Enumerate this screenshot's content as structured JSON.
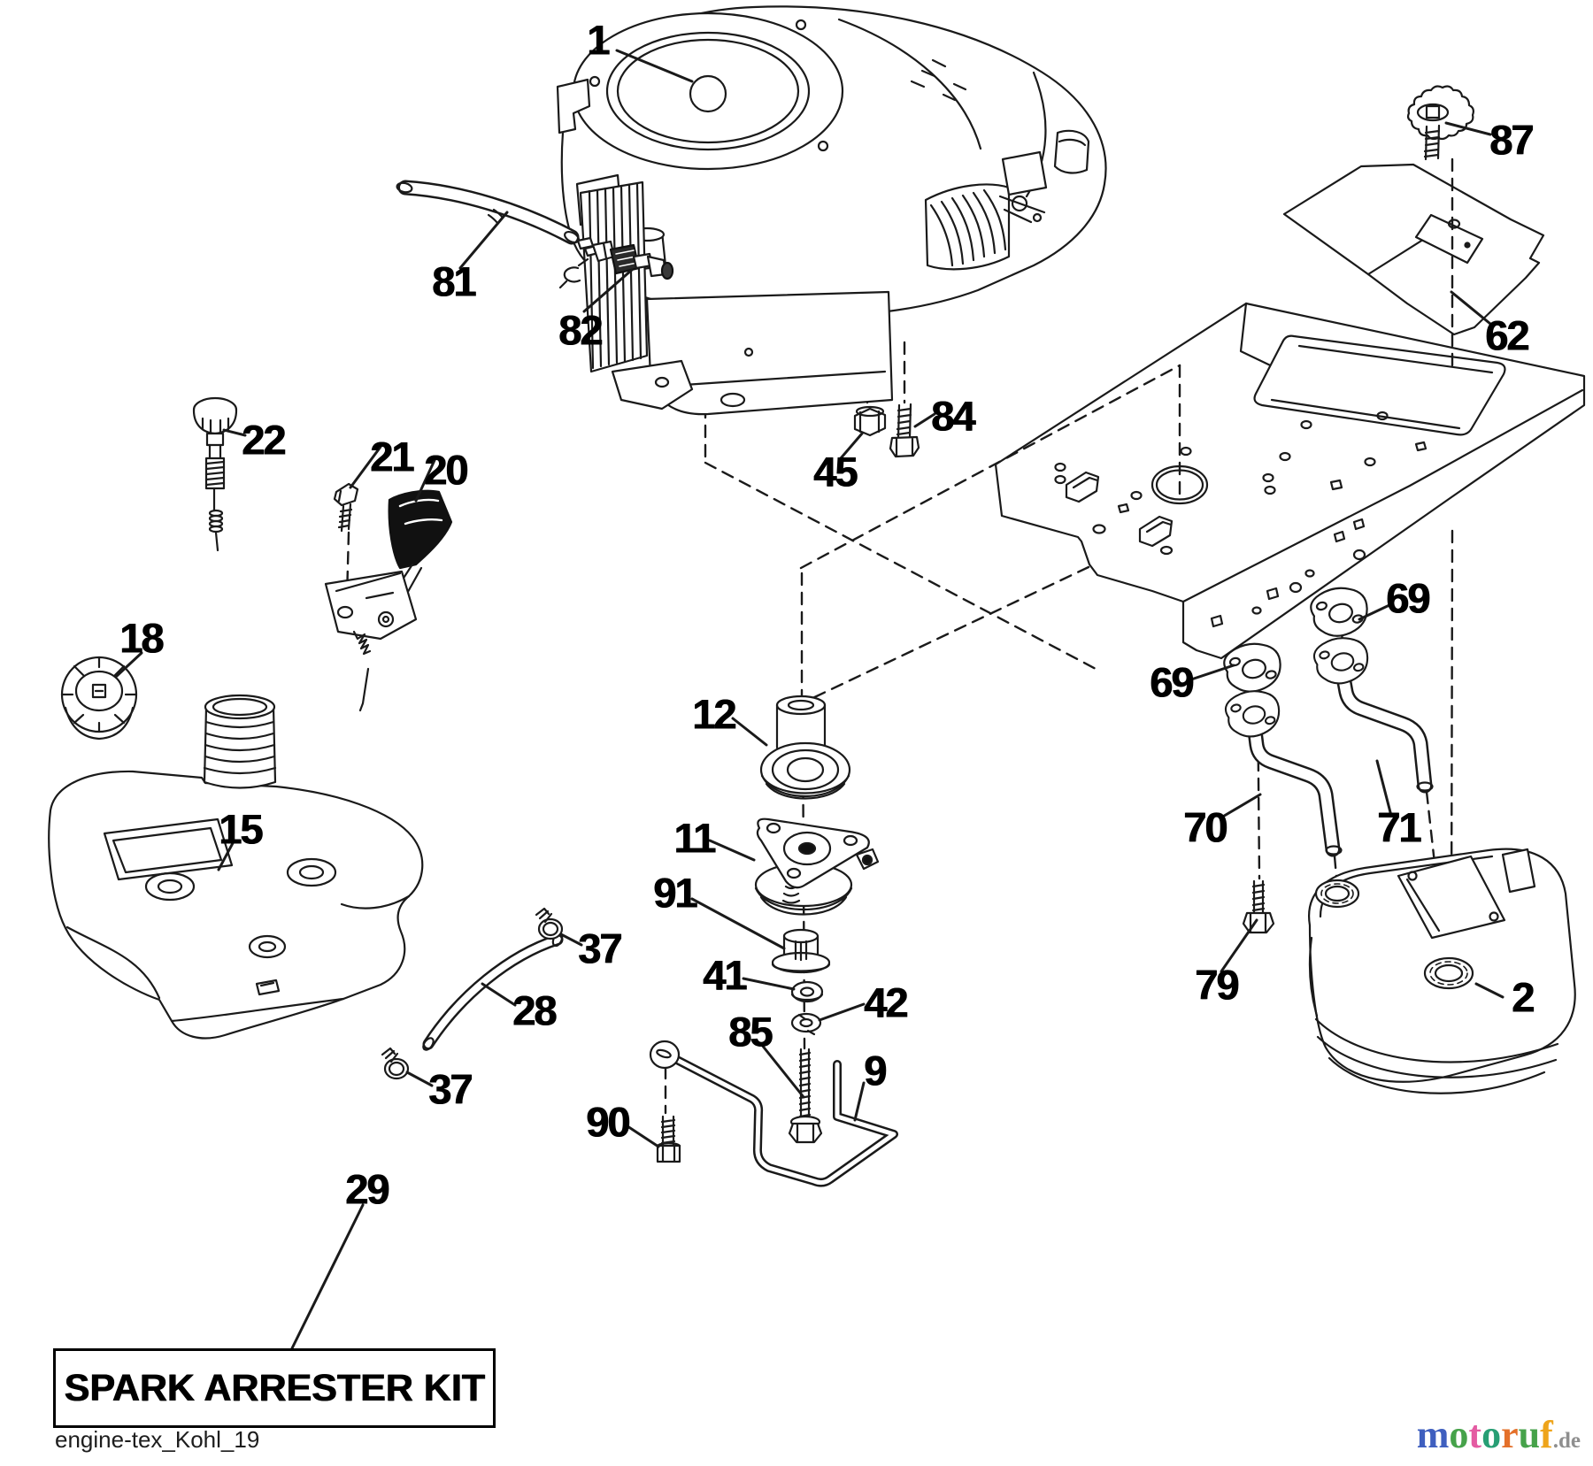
{
  "palette": {
    "line": "#1a1a1a",
    "paper": "#ffffff"
  },
  "note_box": {
    "label": "SPARK ARRESTER KIT"
  },
  "footer": {
    "code": "engine-tex_Kohl_19"
  },
  "watermark": {
    "word": [
      {
        "ch": "m",
        "color": "#3f5fbf"
      },
      {
        "ch": "o",
        "color": "#46a24a"
      },
      {
        "ch": "t",
        "color": "#e45ba2"
      },
      {
        "ch": "o",
        "color": "#279e74"
      },
      {
        "ch": "r",
        "color": "#e4702a"
      },
      {
        "ch": "u",
        "color": "#46a24a"
      },
      {
        "ch": "f",
        "color": "#eea41a"
      }
    ],
    "suffix": {
      "text": ".de",
      "color": "#8f8f8f"
    }
  },
  "callouts": [
    {
      "id": "engine",
      "label": "1"
    },
    {
      "id": "fuel-hose",
      "label": "81"
    },
    {
      "id": "fuel-valve",
      "label": "82"
    },
    {
      "id": "choke-cable",
      "label": "22"
    },
    {
      "id": "throttle-bolt",
      "label": "21"
    },
    {
      "id": "throttle-control",
      "label": "20"
    },
    {
      "id": "fuel-cap",
      "label": "18"
    },
    {
      "id": "fuel-tank",
      "label": "15"
    },
    {
      "id": "shield-screw",
      "label": "87"
    },
    {
      "id": "heat-shield",
      "label": "62"
    },
    {
      "id": "engine-nut",
      "label": "45"
    },
    {
      "id": "engine-bolt",
      "label": "84"
    },
    {
      "id": "pulley",
      "label": "12"
    },
    {
      "id": "clutch",
      "label": "11"
    },
    {
      "id": "spacer",
      "label": "91"
    },
    {
      "id": "clamp-upper",
      "label": "37"
    },
    {
      "id": "washer",
      "label": "41"
    },
    {
      "id": "lock-washer",
      "label": "42"
    },
    {
      "id": "center-bolt",
      "label": "85"
    },
    {
      "id": "guide-rod",
      "label": "9"
    },
    {
      "id": "tank-hose",
      "label": "28"
    },
    {
      "id": "clamp-lower",
      "label": "37"
    },
    {
      "id": "rod-screw",
      "label": "90"
    },
    {
      "id": "spark-kit-ref",
      "label": "29"
    },
    {
      "id": "gasket-upper",
      "label": "69"
    },
    {
      "id": "gasket-lower",
      "label": "69"
    },
    {
      "id": "exhaust-pipe-l",
      "label": "70"
    },
    {
      "id": "exhaust-pipe-r",
      "label": "71"
    },
    {
      "id": "muffler-bolt",
      "label": "79"
    },
    {
      "id": "muffler",
      "label": "2"
    }
  ]
}
